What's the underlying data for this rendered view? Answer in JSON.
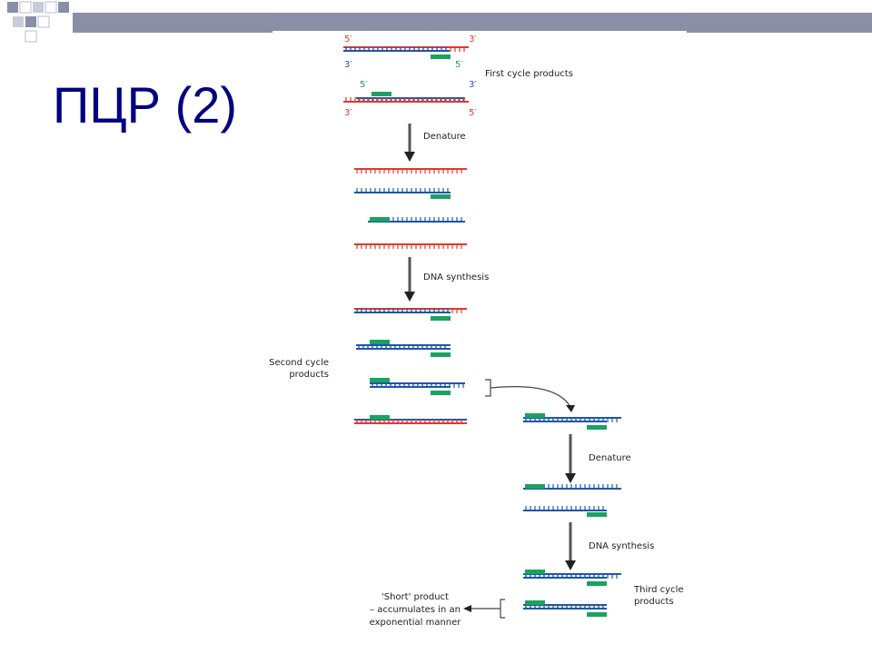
{
  "slide": {
    "title": "ПЦР (2)"
  },
  "colors": {
    "template_red": "#e0392b",
    "template_blue": "#1f56a8",
    "primer_green": "#1aa260",
    "arrow_gray": "#555555",
    "title_navy": "#000080",
    "header_gray": "#8a8fa6"
  },
  "ends": {
    "five_prime": "5′",
    "three_prime": "3′"
  },
  "labels": {
    "first_cycle": "First cycle products",
    "denature_1": "Denature",
    "synthesis_1": "DNA synthesis",
    "second_cycle_line1": "Second cycle",
    "second_cycle_line2": "products",
    "denature_2": "Denature",
    "synthesis_2": "DNA synthesis",
    "third_cycle_line1": "Third cycle",
    "third_cycle_line2": "products",
    "short_line1": "'Short' product",
    "short_line2": "– accumulates in an",
    "short_line3": "exponential manner"
  }
}
